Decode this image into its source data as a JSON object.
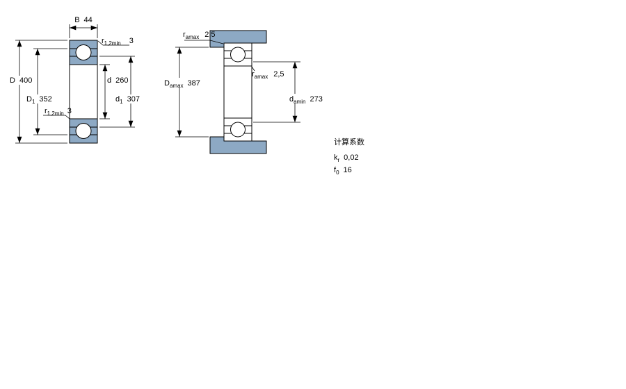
{
  "colors": {
    "section_fill": "#8da9c4",
    "line": "#000000",
    "background": "#ffffff"
  },
  "left_drawing": {
    "dim_B": {
      "symbol": "B",
      "value": "44"
    },
    "dim_r_top": {
      "symbol": "r",
      "sub": "1,2min",
      "value": "3"
    },
    "dim_D": {
      "symbol": "D",
      "value": "400"
    },
    "dim_D1": {
      "symbol": "D",
      "sub": "1",
      "value": "352"
    },
    "dim_d": {
      "symbol": "d",
      "value": "260"
    },
    "dim_d1": {
      "symbol": "d",
      "sub": "1",
      "value": "307"
    },
    "dim_r_bottom": {
      "symbol": "r",
      "sub": "1,2min",
      "value": "3"
    }
  },
  "right_drawing": {
    "dim_ra_top": {
      "symbol": "r",
      "sub": "amax",
      "value": "2,5"
    },
    "dim_Da": {
      "symbol": "D",
      "sub": "amax",
      "value": "387"
    },
    "dim_ra_mid": {
      "symbol": "r",
      "sub": "amax",
      "value": "2,5"
    },
    "dim_da": {
      "symbol": "d",
      "sub": "amin",
      "value": "273"
    }
  },
  "calculation_factors": {
    "title": "计算系数",
    "rows": [
      {
        "symbol": "k",
        "sub": "r",
        "value": "0,02"
      },
      {
        "symbol": "f",
        "sub": "0",
        "value": "16"
      }
    ]
  }
}
